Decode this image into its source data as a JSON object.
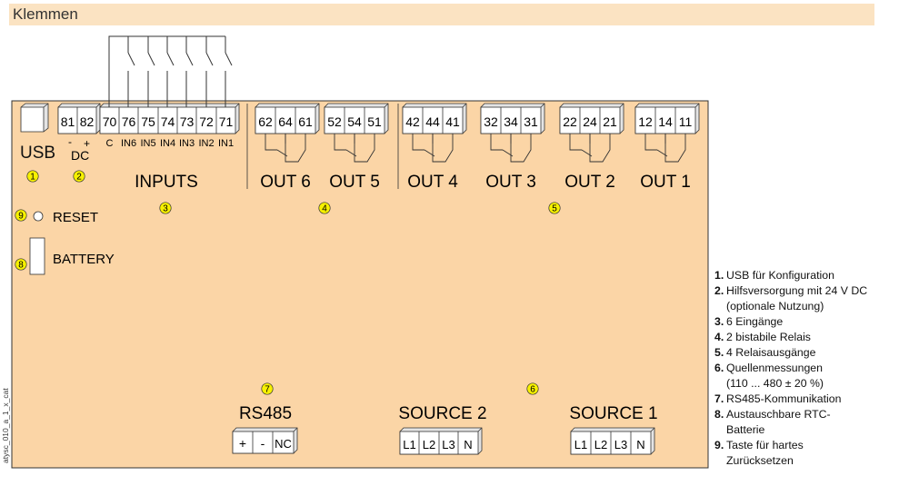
{
  "page": {
    "title": "Klemmen"
  },
  "colors": {
    "panel": "#fbd5a6",
    "marker": "#f7f100",
    "stroke": "#333333"
  },
  "inputs": {
    "terminals": [
      "70",
      "76",
      "75",
      "74",
      "73",
      "72",
      "71"
    ],
    "labels": [
      "C",
      "IN6",
      "IN5",
      "IN4",
      "IN3",
      "IN2",
      "IN1"
    ],
    "title": "INPUTS"
  },
  "dc": {
    "terminals": [
      "81",
      "82"
    ],
    "label": "DC",
    "minus": "-",
    "plus": "+"
  },
  "usb": {
    "label": "USB"
  },
  "outputs": [
    {
      "terminals": [
        "62",
        "64",
        "61"
      ],
      "label": "OUT 6"
    },
    {
      "terminals": [
        "52",
        "54",
        "51"
      ],
      "label": "OUT 5"
    },
    {
      "terminals": [
        "42",
        "44",
        "41"
      ],
      "label": "OUT 4"
    },
    {
      "terminals": [
        "32",
        "34",
        "31"
      ],
      "label": "OUT 3"
    },
    {
      "terminals": [
        "22",
        "24",
        "21"
      ],
      "label": "OUT 2"
    },
    {
      "terminals": [
        "12",
        "14",
        "11"
      ],
      "label": "OUT 1"
    }
  ],
  "reset": {
    "label": "RESET"
  },
  "battery": {
    "label": "BATTERY"
  },
  "rs485": {
    "label": "RS485",
    "terminals": [
      "+",
      "-",
      "NC"
    ]
  },
  "source2": {
    "label": "SOURCE 2",
    "terminals": [
      "L1",
      "L2",
      "L3",
      "N"
    ]
  },
  "source1": {
    "label": "SOURCE 1",
    "terminals": [
      "L1",
      "L2",
      "L3",
      "N"
    ]
  },
  "markers": [
    "1",
    "2",
    "3",
    "4",
    "5",
    "6",
    "7",
    "8",
    "9"
  ],
  "side_code": "atysc_010_a_1_x_cat",
  "legend": [
    {
      "num": "1.",
      "text": "USB für Konfiguration"
    },
    {
      "num": "2.",
      "text": "Hilfsversorgung mit 24 V DC\n(optionale Nutzung)"
    },
    {
      "num": "3.",
      "text": "6 Eingänge"
    },
    {
      "num": "4.",
      "text": "2 bistabile Relais"
    },
    {
      "num": "5.",
      "text": "4 Relaisausgänge"
    },
    {
      "num": "6.",
      "text": "Quellenmessungen\n(110 ... 480 ± 20 %)"
    },
    {
      "num": "7.",
      "text": "RS485-Kommunikation"
    },
    {
      "num": "8.",
      "text": "Austauschbare RTC-\nBatterie"
    },
    {
      "num": "9.",
      "text": "Taste für hartes\nZurücksetzen"
    }
  ]
}
